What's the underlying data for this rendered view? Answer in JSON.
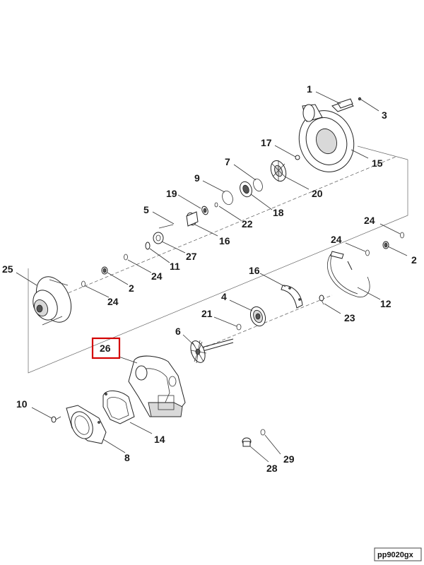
{
  "callouts": {
    "c1": "1",
    "c2a": "2",
    "c2b": "2",
    "c3": "3",
    "c4": "4",
    "c5": "5",
    "c6": "6",
    "c7": "7",
    "c8": "8",
    "c9": "9",
    "c10": "10",
    "c11": "11",
    "c12": "12",
    "c14": "14",
    "c15": "15",
    "c16a": "16",
    "c16b": "16",
    "c17": "17",
    "c18": "18",
    "c19": "19",
    "c20": "20",
    "c21": "21",
    "c22": "22",
    "c23": "23",
    "c24a": "24",
    "c24b": "24",
    "c24c": "24",
    "c24d": "24",
    "c25": "25",
    "c26": "26",
    "c27": "27",
    "c28": "28",
    "c29": "29"
  },
  "highlight": {
    "callout": "26",
    "color": "#d40000"
  },
  "image_code": "pp9020gx"
}
